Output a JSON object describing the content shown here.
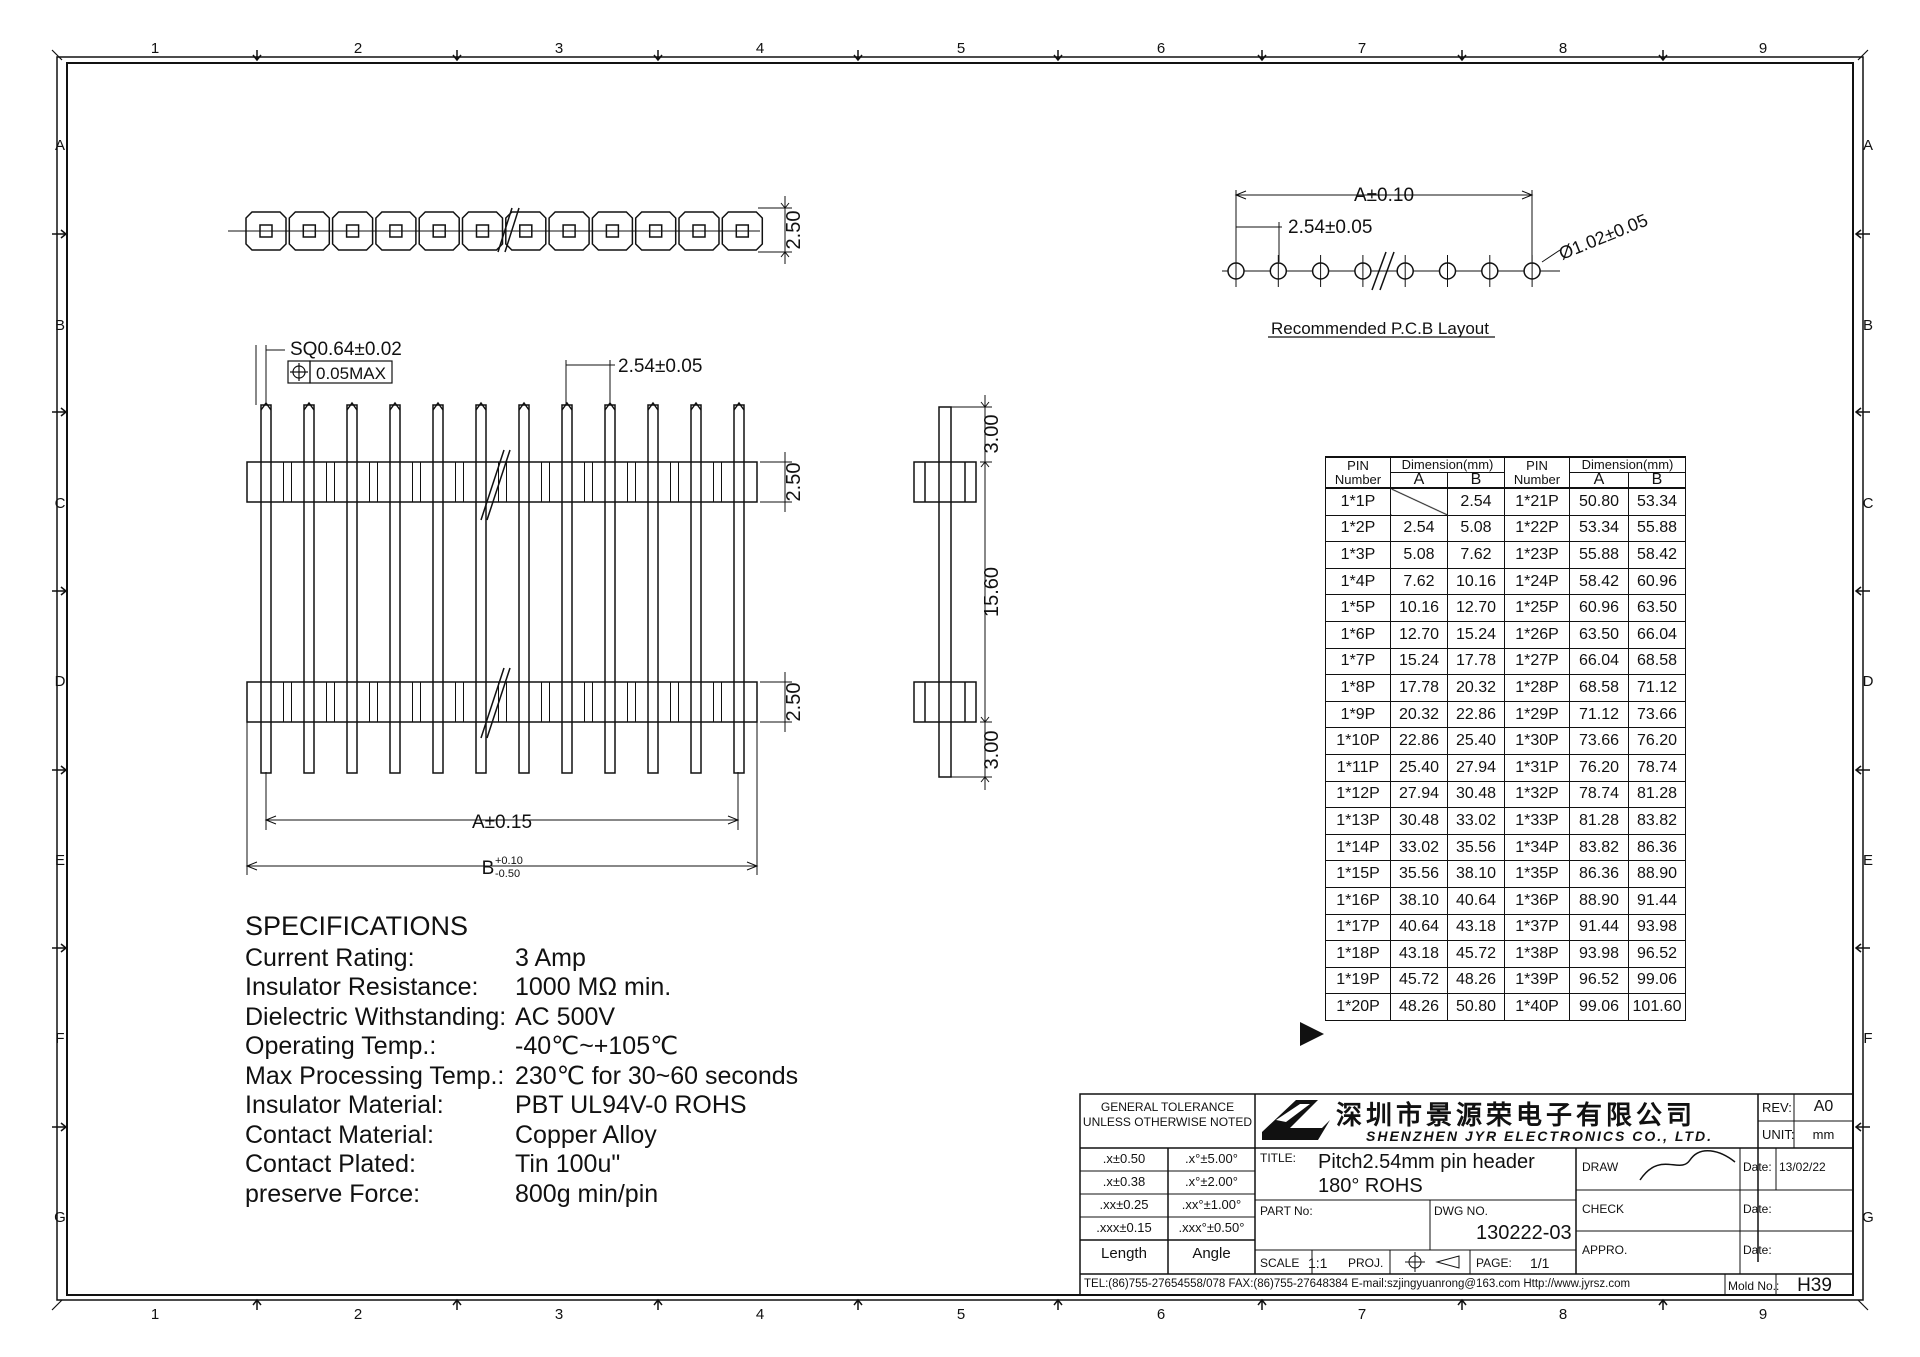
{
  "frame": {
    "col_labels": [
      "1",
      "2",
      "3",
      "4",
      "5",
      "6",
      "7",
      "8",
      "9"
    ],
    "row_labels": [
      "A",
      "B",
      "C",
      "D",
      "E",
      "F",
      "G"
    ]
  },
  "front_view": {
    "pitch_label": "2.54±0.05",
    "square_label": "SQ0.64±0.02",
    "flatness_label": "0.05MAX",
    "height_label_top": "2.50",
    "height_label_bottom": "2.50",
    "a_label": "A±0.15",
    "b_label": "B",
    "b_tol_plus": "+0.10",
    "b_tol_minus": "-0.50"
  },
  "top_view": {
    "height_label": "2.50"
  },
  "side_view": {
    "dims": [
      "3.00",
      "15.60",
      "3.00"
    ]
  },
  "pcb_layout": {
    "a_label": "A±0.10",
    "pitch_label": "2.54±0.05",
    "hole_label": "Ø1.02±0.05",
    "caption": "Recommended P.C.B Layout"
  },
  "specifications": {
    "heading": "SPECIFICATIONS",
    "rows": [
      {
        "label": "Current Rating:",
        "value": "3 Amp"
      },
      {
        "label": "Insulator Resistance:",
        "value": "1000 MΩ min."
      },
      {
        "label": "Dielectric Withstanding:",
        "value": "AC 500V"
      },
      {
        "label": "Operating Temp.:",
        "value": "-40℃~+105℃"
      },
      {
        "label": "Max Processing Temp.:",
        "value": "230℃ for 30~60 seconds"
      },
      {
        "label": "Insulator Material:",
        "value": "PBT UL94V-0 ROHS"
      },
      {
        "label": "Contact Material:",
        "value": "Copper Alloy"
      },
      {
        "label": "Contact Plated:",
        "value": "Tin 100u\""
      },
      {
        "label": "preserve Force:",
        "value": "800g min/pin"
      }
    ]
  },
  "dimension_table": {
    "header_pin": "PIN",
    "header_number": "Number",
    "header_dim": "Dimension(mm)",
    "header_a": "A",
    "header_b": "B",
    "rows": [
      [
        "1*1P",
        "",
        "2.54",
        "1*21P",
        "50.80",
        "53.34"
      ],
      [
        "1*2P",
        "2.54",
        "5.08",
        "1*22P",
        "53.34",
        "55.88"
      ],
      [
        "1*3P",
        "5.08",
        "7.62",
        "1*23P",
        "55.88",
        "58.42"
      ],
      [
        "1*4P",
        "7.62",
        "10.16",
        "1*24P",
        "58.42",
        "60.96"
      ],
      [
        "1*5P",
        "10.16",
        "12.70",
        "1*25P",
        "60.96",
        "63.50"
      ],
      [
        "1*6P",
        "12.70",
        "15.24",
        "1*26P",
        "63.50",
        "66.04"
      ],
      [
        "1*7P",
        "15.24",
        "17.78",
        "1*27P",
        "66.04",
        "68.58"
      ],
      [
        "1*8P",
        "17.78",
        "20.32",
        "1*28P",
        "68.58",
        "71.12"
      ],
      [
        "1*9P",
        "20.32",
        "22.86",
        "1*29P",
        "71.12",
        "73.66"
      ],
      [
        "1*10P",
        "22.86",
        "25.40",
        "1*30P",
        "73.66",
        "76.20"
      ],
      [
        "1*11P",
        "25.40",
        "27.94",
        "1*31P",
        "76.20",
        "78.74"
      ],
      [
        "1*12P",
        "27.94",
        "30.48",
        "1*32P",
        "78.74",
        "81.28"
      ],
      [
        "1*13P",
        "30.48",
        "33.02",
        "1*33P",
        "81.28",
        "83.82"
      ],
      [
        "1*14P",
        "33.02",
        "35.56",
        "1*34P",
        "83.82",
        "86.36"
      ],
      [
        "1*15P",
        "35.56",
        "38.10",
        "1*35P",
        "86.36",
        "88.90"
      ],
      [
        "1*16P",
        "38.10",
        "40.64",
        "1*36P",
        "88.90",
        "91.44"
      ],
      [
        "1*17P",
        "40.64",
        "43.18",
        "1*37P",
        "91.44",
        "93.98"
      ],
      [
        "1*18P",
        "43.18",
        "45.72",
        "1*38P",
        "93.98",
        "96.52"
      ],
      [
        "1*19P",
        "45.72",
        "48.26",
        "1*39P",
        "96.52",
        "99.06"
      ],
      [
        "1*20P",
        "48.26",
        "50.80",
        "1*40P",
        "99.06",
        "101.60"
      ]
    ]
  },
  "title_block": {
    "tolerance_title_1": "GENERAL TOLERANCE",
    "tolerance_title_2": "UNLESS OTHERWISE NOTED",
    "tolerances": [
      [
        ".x±0.50",
        ".x°±5.00°"
      ],
      [
        ".x±0.38",
        ".x°±2.00°"
      ],
      [
        ".xx±0.25",
        ".xx°±1.00°"
      ],
      [
        ".xxx±0.15",
        ".xxx°±0.50°"
      ]
    ],
    "length_label": "Length",
    "angle_label": "Angle",
    "company_cn": "深圳市景源荣电子有限公司",
    "company_en": "SHENZHEN JYR ELECTRONICS CO., LTD.",
    "rev_label": "REV:",
    "rev_value": "A0",
    "unit_label": "UNIT:",
    "unit_value": "mm",
    "title_label": "TITLE:",
    "title_line1": "Pitch2.54mm pin header",
    "title_line2": "180° ROHS",
    "draw_label": "DRAW",
    "check_label": "CHECK",
    "appro_label": "APPRO.",
    "date_label": "Date:",
    "date_value": "13/02/22",
    "part_label": "PART No:",
    "dwg_label": "DWG NO.",
    "dwg_value": "130222-03",
    "scale_label": "SCALE",
    "scale_value": "1:1",
    "proj_label": "PROJ.",
    "page_label": "PAGE:",
    "page_value": "1/1",
    "contact": "TEL:(86)755-27654558/078  FAX:(86)755-27648384  E-mail:szjingyuanrong@163.com  Http://www.jyrsz.com",
    "mold_label": "Mold No.:",
    "mold_value": "H39"
  }
}
